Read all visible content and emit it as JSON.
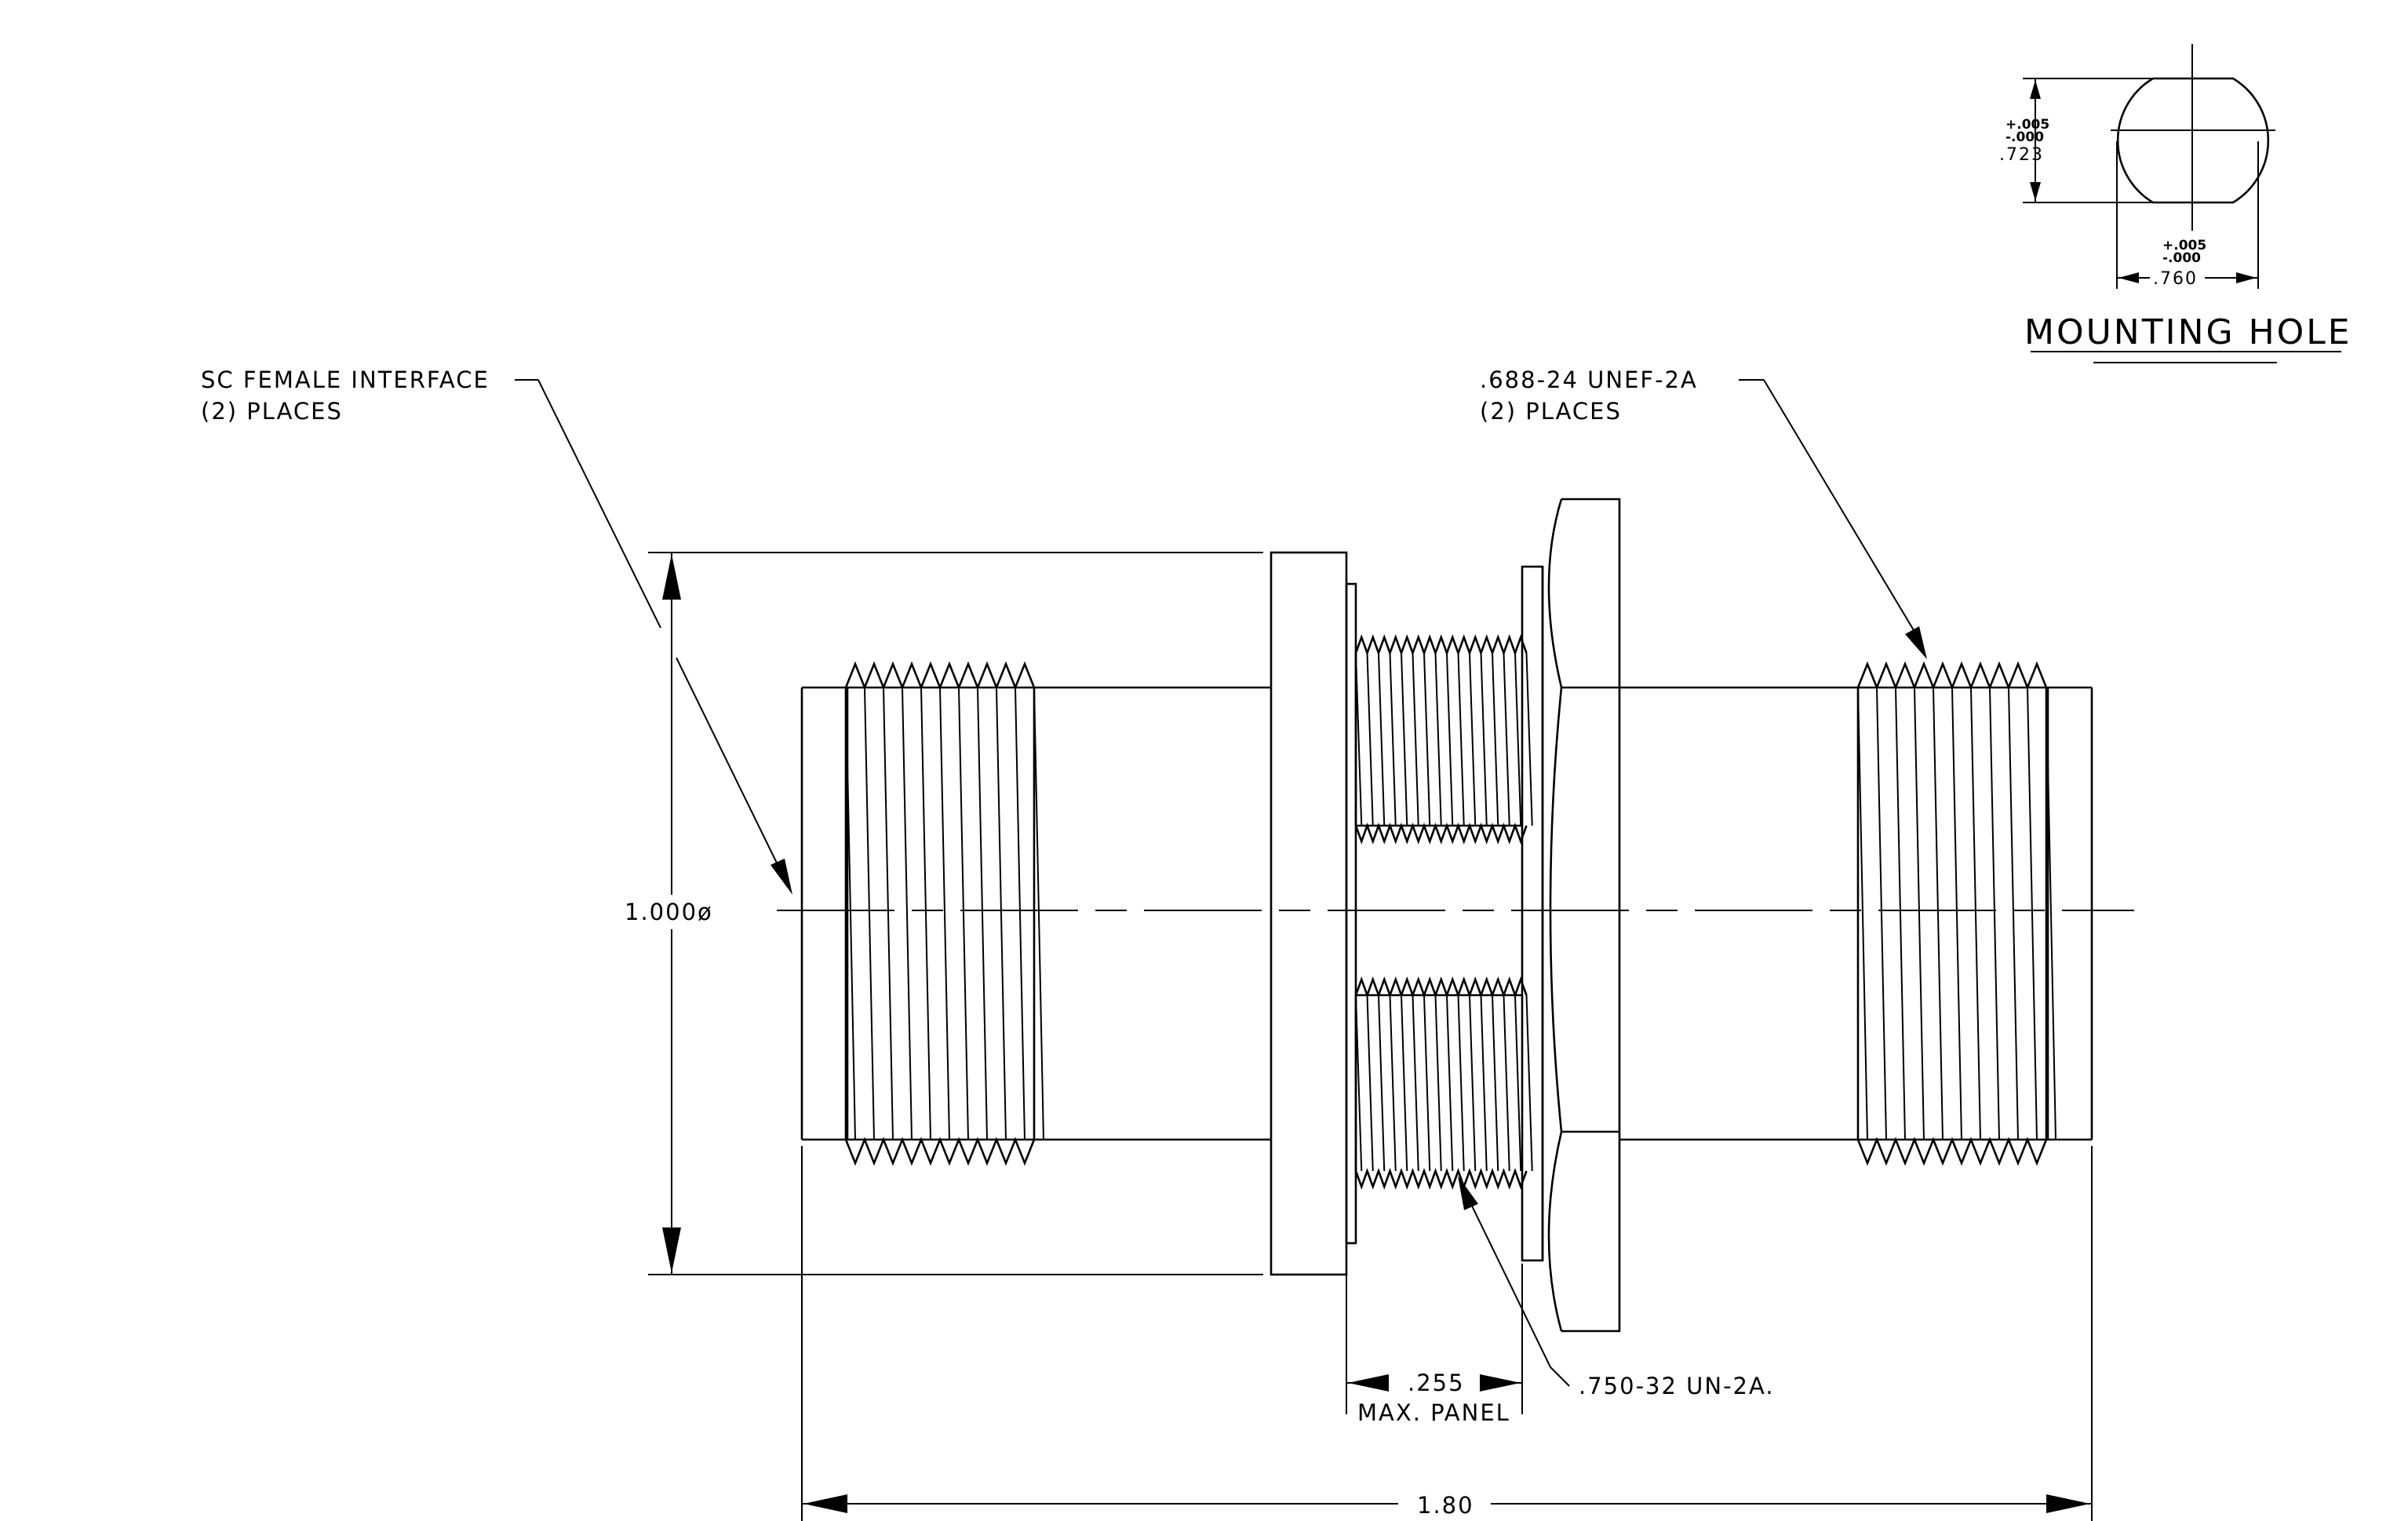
{
  "labels": {
    "interface_note_line1": "SC FEMALE INTERFACE",
    "interface_note_line2": "(2)  PLACES",
    "thread_note_line1": ".688-24 UNEF-2A",
    "thread_note_line2": "(2)  PLACES",
    "diameter": "1.000ø",
    "panel_value": ".255",
    "panel_label": "MAX. PANEL",
    "panel_thread": ".750-32 UN-2A.",
    "overall_length": "1.80",
    "mounting_hole_title": "MOUNTING  HOLE",
    "hole_height_tol_plus": "+.005",
    "hole_height_tol_minus": "-.000",
    "hole_height": ".723",
    "hole_width_tol_plus": "+.005",
    "hole_width_tol_minus": "-.000",
    "hole_width": ".760"
  },
  "colors": {
    "line": "#000000",
    "background": "#ffffff"
  }
}
